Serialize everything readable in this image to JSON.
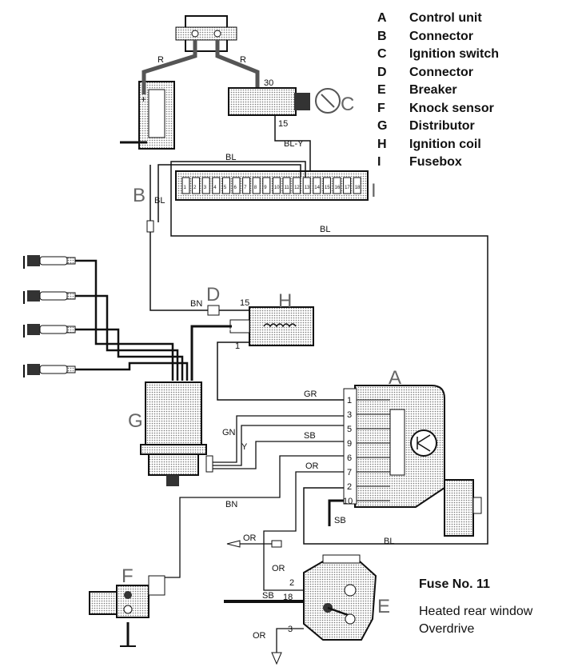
{
  "legend": [
    {
      "key": "A",
      "label": "Control unit"
    },
    {
      "key": "B",
      "label": "Connector"
    },
    {
      "key": "C",
      "label": "Ignition switch"
    },
    {
      "key": "D",
      "label": "Connector"
    },
    {
      "key": "E",
      "label": "Breaker"
    },
    {
      "key": "F",
      "label": "Knock sensor"
    },
    {
      "key": "G",
      "label": "Distributor"
    },
    {
      "key": "H",
      "label": "Ignition coil"
    },
    {
      "key": "I",
      "label": "Fusebox"
    }
  ],
  "fuse": {
    "title": "Fuse No. 11",
    "items": [
      "Heated rear window",
      "Overdrive"
    ]
  },
  "component_letters": {
    "A": "A",
    "B": "B",
    "C": "C",
    "D": "D",
    "E": "E",
    "F": "F",
    "G": "G",
    "H": "H",
    "I": "I"
  },
  "wire_colors": {
    "r_left": "R",
    "r_right": "R",
    "bl_y": "BL-Y",
    "bl_top": "BL",
    "bl_b": "BL",
    "bl_long": "BL",
    "bl_bottom": "BL",
    "bn_d": "BN",
    "gr": "GR",
    "gn": "GN",
    "y": "Y",
    "sb_9": "SB",
    "or_7": "OR",
    "bn_f": "BN",
    "or_arrow": "OR",
    "or_e": "OR",
    "sb_10": "SB",
    "sb_e": "SB",
    "or_e_down": "OR"
  },
  "pins": {
    "sw_30": "30",
    "sw_15": "15",
    "coil_15": "15",
    "coil_1": "1",
    "cu": [
      "1",
      "3",
      "5",
      "9",
      "6",
      "7",
      "2",
      "10"
    ],
    "e_2": "2",
    "e_18": "18",
    "e_3": "3"
  },
  "fuse_numbers": [
    "1",
    "2",
    "3",
    "4",
    "5",
    "6",
    "7",
    "8",
    "9",
    "10",
    "11",
    "12",
    "13",
    "14",
    "15",
    "16",
    "17",
    "18"
  ]
}
